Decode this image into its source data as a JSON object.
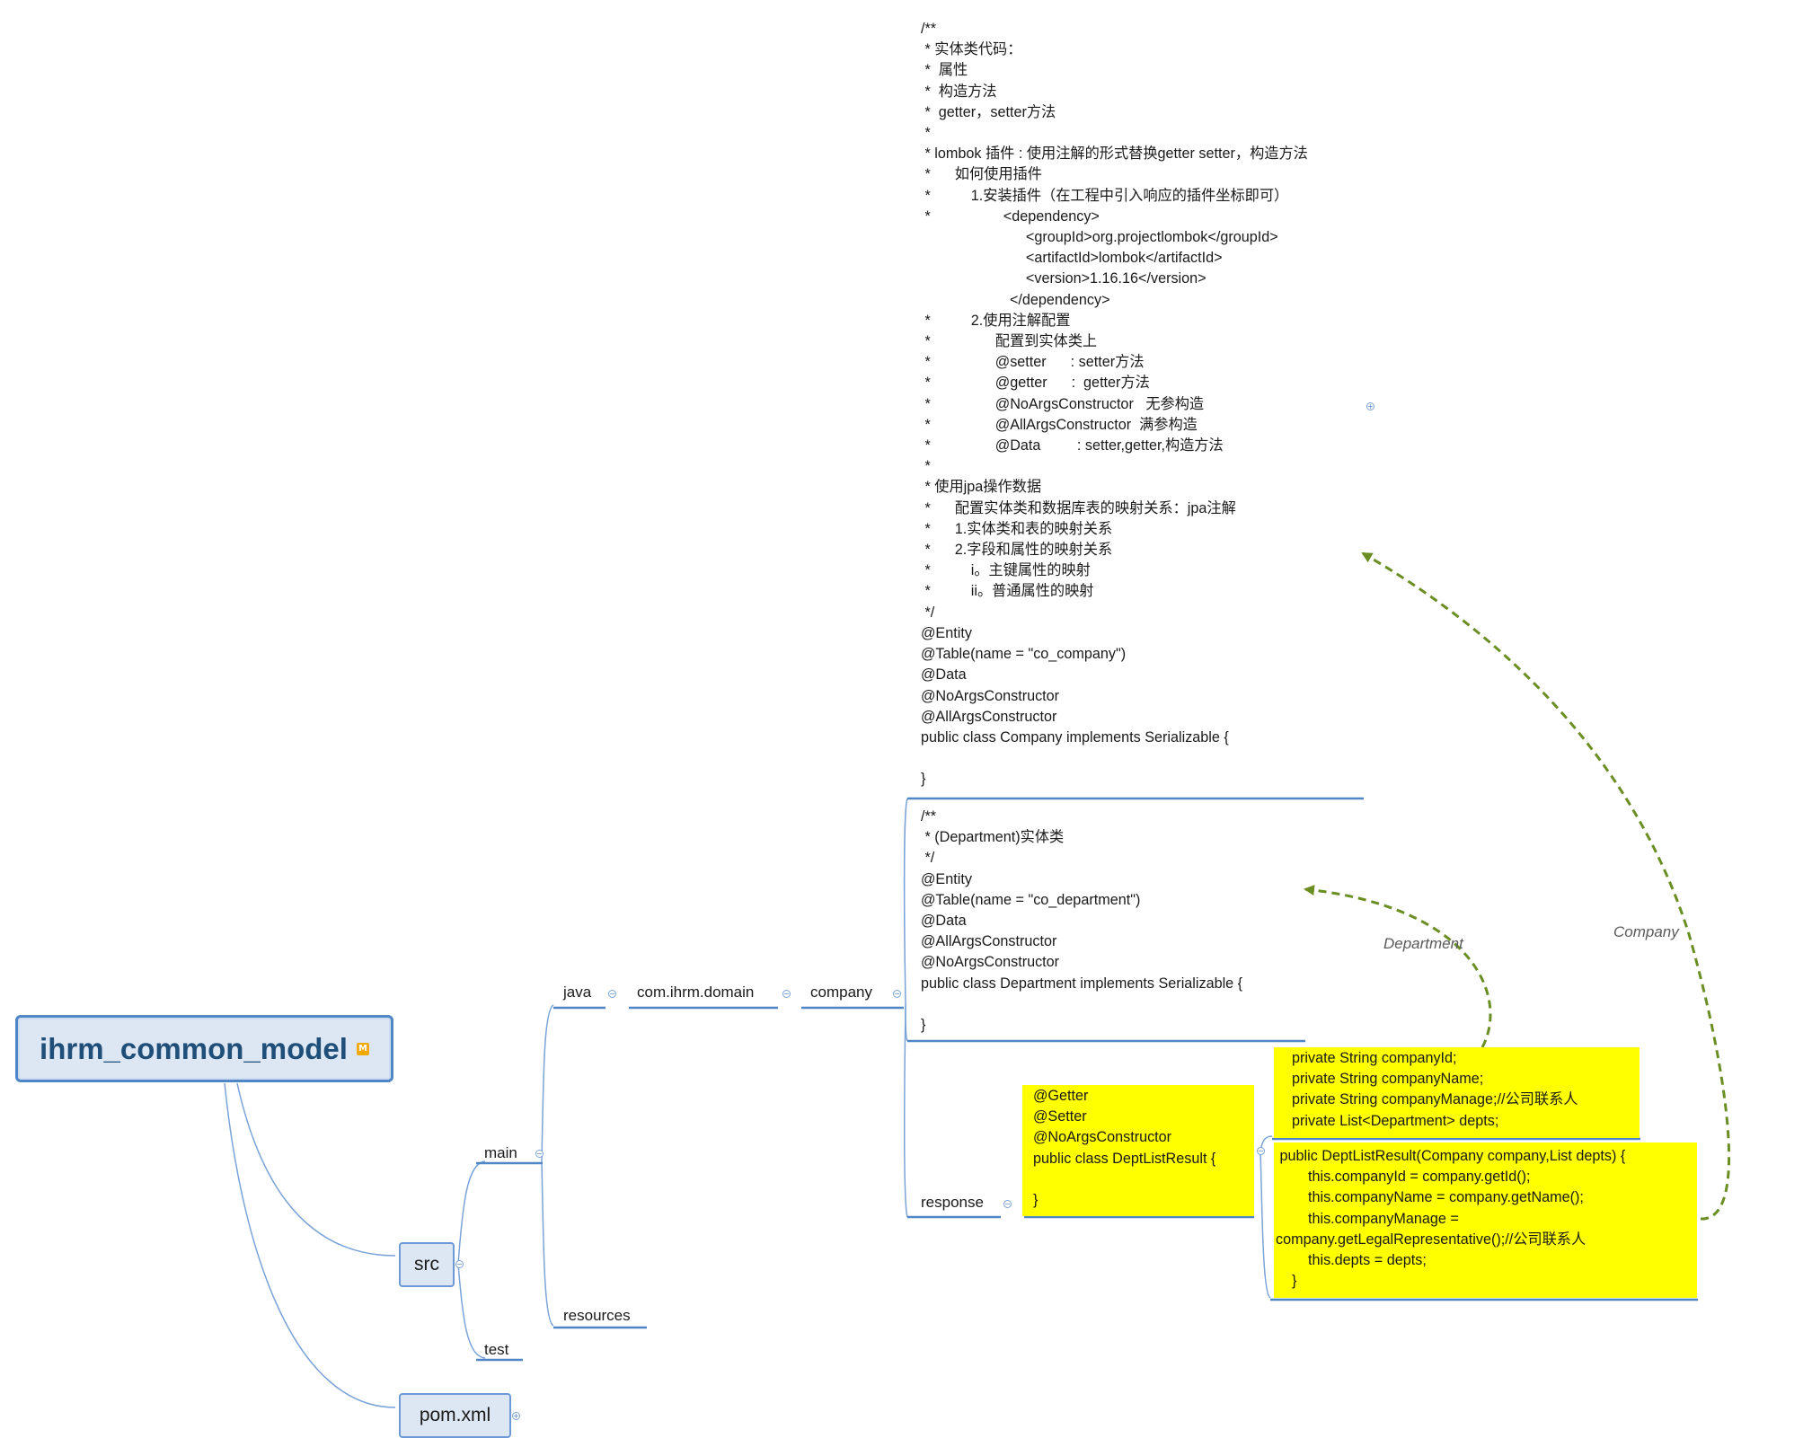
{
  "root": {
    "label": "ihrm_common_model",
    "marker": "M"
  },
  "nodes": {
    "src": "src",
    "pom": "pom.xml",
    "main": "main",
    "test": "test",
    "java": "java",
    "resources": "resources",
    "domain": "com.ihrm.domain",
    "company": "company",
    "response": "response"
  },
  "notes": {
    "company_entity": "/**\n * 实体类代码：\n *  属性\n *  构造方法\n *  getter，setter方法\n *\n * lombok 插件 : 使用注解的形式替换getter setter，构造方法\n *      如何使用插件\n *          1.安装插件（在工程中引入响应的插件坐标即可）\n *                  <dependency>\n                          <groupId>org.projectlombok</groupId>\n                          <artifactId>lombok</artifactId>\n                          <version>1.16.16</version>\n                      </dependency>\n *          2.使用注解配置\n *                配置到实体类上\n *                @setter      : setter方法\n *                @getter      :  getter方法\n *                @NoArgsConstructor   无参构造\n *                @AllArgsConstructor  满参构造\n *                @Data         : setter,getter,构造方法\n *\n * 使用jpa操作数据\n *      配置实体类和数据库表的映射关系：jpa注解\n *      1.实体类和表的映射关系\n *      2.字段和属性的映射关系\n *          i。主键属性的映射\n *          ii。普通属性的映射\n */\n@Entity\n@Table(name = \"co_company\")\n@Data\n@NoArgsConstructor\n@AllArgsConstructor\npublic class Company implements Serializable {\n\n}",
    "department_entity": "/**\n * (Department)实体类\n */\n@Entity\n@Table(name = \"co_department\")\n@Data\n@AllArgsConstructor\n@NoArgsConstructor\npublic class Department implements Serializable {\n\n}",
    "dept_list_result": "@Getter\n@Setter\n@NoArgsConstructor\npublic class DeptListResult {\n\n}",
    "fields": "    private String companyId;\n    private String companyName;\n    private String companyManage;//公司联系人\n    private List<Department> depts;",
    "constructor": " public DeptListResult(Company company,List depts) {\n        this.companyId = company.getId();\n        this.companyName = company.getName();\n        this.companyManage =\ncompany.getLegalRepresentative();//公司联系人\n        this.depts = depts;\n    }"
  },
  "relationships": {
    "department": "Department",
    "company": "Company"
  },
  "colors": {
    "branch_line": "#4f86c6",
    "node_fill": "#dde7f4",
    "highlight": "#ffff00",
    "relationship": "#6b8e23"
  }
}
